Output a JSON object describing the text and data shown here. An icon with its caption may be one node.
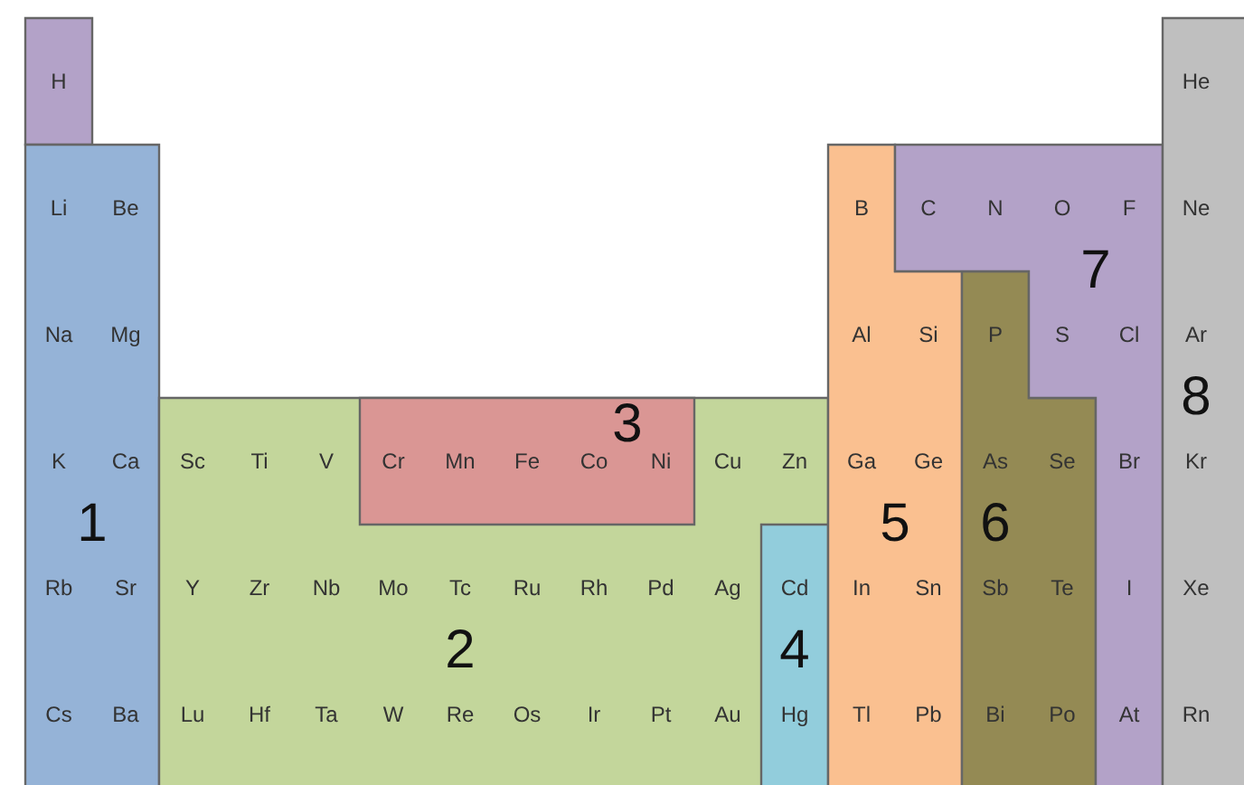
{
  "diagram": {
    "nodes": [
      {
        "text": [
          "H"
        ]
      },
      {
        "text": [
          "Li",
          "Be",
          "Na",
          "Mg",
          "K",
          "Ca",
          "1",
          "Rb",
          "Sr",
          "Cs",
          "Ba"
        ]
      },
      {
        "text": [
          "Sc",
          "Ti",
          "V",
          "Cu",
          "Zn",
          "Y",
          "Zr",
          "Nb",
          "Mo",
          "Tc",
          "Ru",
          "Rh",
          "Pd",
          "Ag",
          "2",
          "Lu",
          "Hf",
          "Ta",
          "W",
          "Re",
          "Os",
          "Ir",
          "Pt",
          "Au"
        ]
      },
      {
        "text": [
          "3",
          "Cr",
          "Mn",
          "Fe",
          "Co",
          "Ni"
        ],
        "in": 2
      },
      {
        "text": [
          "Cd",
          "4",
          "Hg"
        ],
        "in": 2
      },
      {
        "text": [
          "B",
          "Al",
          "Si",
          "Ga",
          "Ge",
          "5",
          "In",
          "Sn",
          "Tl",
          "Pb"
        ]
      },
      {
        "text": [
          "P",
          "As",
          "Se",
          "6",
          "Sb",
          "Te",
          "Bi",
          "Po"
        ]
      },
      {
        "text": [
          "C",
          "N",
          "O",
          "F",
          "7",
          "S",
          "Cl",
          "Br",
          "I",
          "At"
        ]
      },
      {
        "text": [
          "He",
          "Ne",
          "Ar",
          "8",
          "Kr",
          "Xe",
          "Rn"
        ]
      }
    ]
  }
}
